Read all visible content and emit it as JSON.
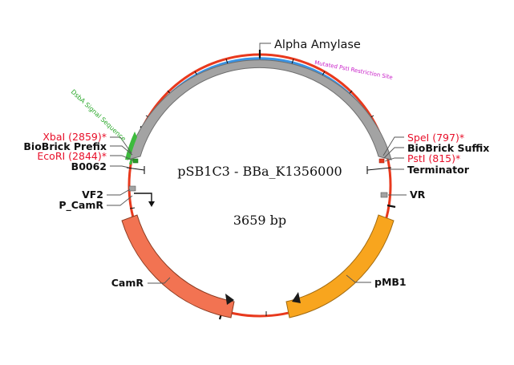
{
  "plasmid": {
    "name": "pSB1C3 - BBa_K1356000",
    "length_label": "3659 bp"
  },
  "colors": {
    "backbone": "#e8391d",
    "insert_ring": "#3a93e3",
    "signal_ring": "#3dbb3d",
    "amylase_feature": "#a3a3a3",
    "camr_feature": "#f27352",
    "pmb1_feature": "#f8a51e",
    "red_label": "#e8102a",
    "signal_label": "#2aa82a",
    "mutated_label": "#c81fc8",
    "dark_label": "#111111"
  },
  "features": {
    "alpha_amylase": "Alpha Amylase",
    "mutated_pstI": "Mutated PstI Restriction Site",
    "dsba_signal": "DsbA Signal Sequence",
    "camr": "CamR",
    "pmb1": "pMB1"
  },
  "left_labels": {
    "xbaI": "XbaI (2859)*",
    "biobrick_prefix": "BioBrick Prefix",
    "ecoRI": "EcoRI (2844)*",
    "b0062": "B0062",
    "vf2": "VF2",
    "p_camr": "P_CamR"
  },
  "right_labels": {
    "speI": "SpeI (797)*",
    "biobrick_suffix": "BioBrick Suffix",
    "pstI": "PstI (815)*",
    "terminator": "Terminator",
    "vr": "VR"
  }
}
